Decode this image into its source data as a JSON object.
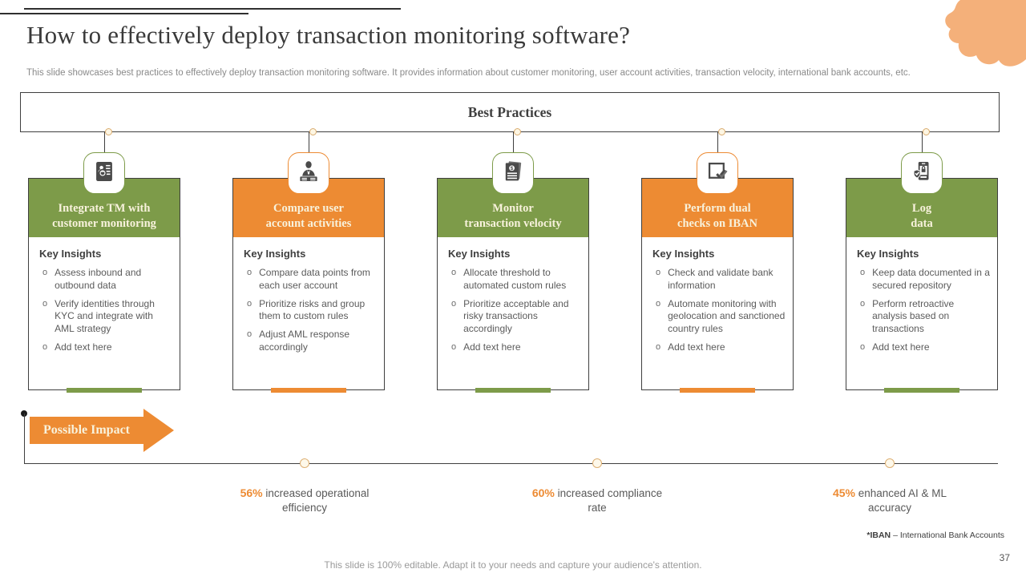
{
  "slide": {
    "title": "How to effectively deploy transaction monitoring software?",
    "subtitle": "This slide showcases best practices to effectively deploy transaction monitoring software. It provides information about customer monitoring, user account activities, transaction velocity, international bank accounts, etc."
  },
  "banner": {
    "title": "Best Practices"
  },
  "cards": [
    {
      "title": "Integrate TM with\ncustomer monitoring",
      "color": "green",
      "icon": "customer-search-icon",
      "insights_heading": "Key Insights",
      "insights": [
        "Assess inbound and outbound data",
        "Verify identities through KYC and integrate with AML strategy",
        "Add text here"
      ]
    },
    {
      "title": "Compare user\naccount activities",
      "color": "orange",
      "icon": "user-account-icon",
      "insights_heading": "Key Insights",
      "insights": [
        "Compare data points from each user account",
        "Prioritize risks and group them to custom rules",
        "Adjust AML response accordingly"
      ]
    },
    {
      "title": "Monitor\ntransaction velocity",
      "color": "green",
      "icon": "transaction-document-icon",
      "insights_heading": "Key Insights",
      "insights": [
        "Allocate threshold to automated custom rules",
        "Prioritize acceptable and risky transactions accordingly",
        "Add text here"
      ]
    },
    {
      "title": "Perform dual\nchecks on IBAN",
      "color": "orange",
      "icon": "dual-check-icon",
      "insights_heading": "Key Insights",
      "insights": [
        "Check and validate bank information",
        "Automate monitoring with geolocation and sanctioned country rules",
        "Add text here"
      ]
    },
    {
      "title": "Log\ndata",
      "color": "green",
      "icon": "secure-log-icon",
      "insights_heading": "Key Insights",
      "insights": [
        "Keep data documented in a secured repository",
        "Perform retroactive analysis based on transactions",
        "Add text here"
      ]
    }
  ],
  "impact": {
    "label": "Possible Impact",
    "stats": [
      {
        "value": "56%",
        "label": " increased operational efficiency"
      },
      {
        "value": "60%",
        "label": " increased compliance rate"
      },
      {
        "value": "45%",
        "label": " enhanced AI & ML accuracy"
      }
    ]
  },
  "footnote": {
    "term": "*IBAN",
    "definition": " – International Bank Accounts"
  },
  "footer": {
    "text": "This slide is 100% editable. Adapt it to your needs and capture your audience's attention.",
    "page_number": "37"
  },
  "colors": {
    "green": "#7D9B49",
    "orange": "#ED8B33",
    "peach": "#F4B07A",
    "cream": "#F8F2DC"
  }
}
